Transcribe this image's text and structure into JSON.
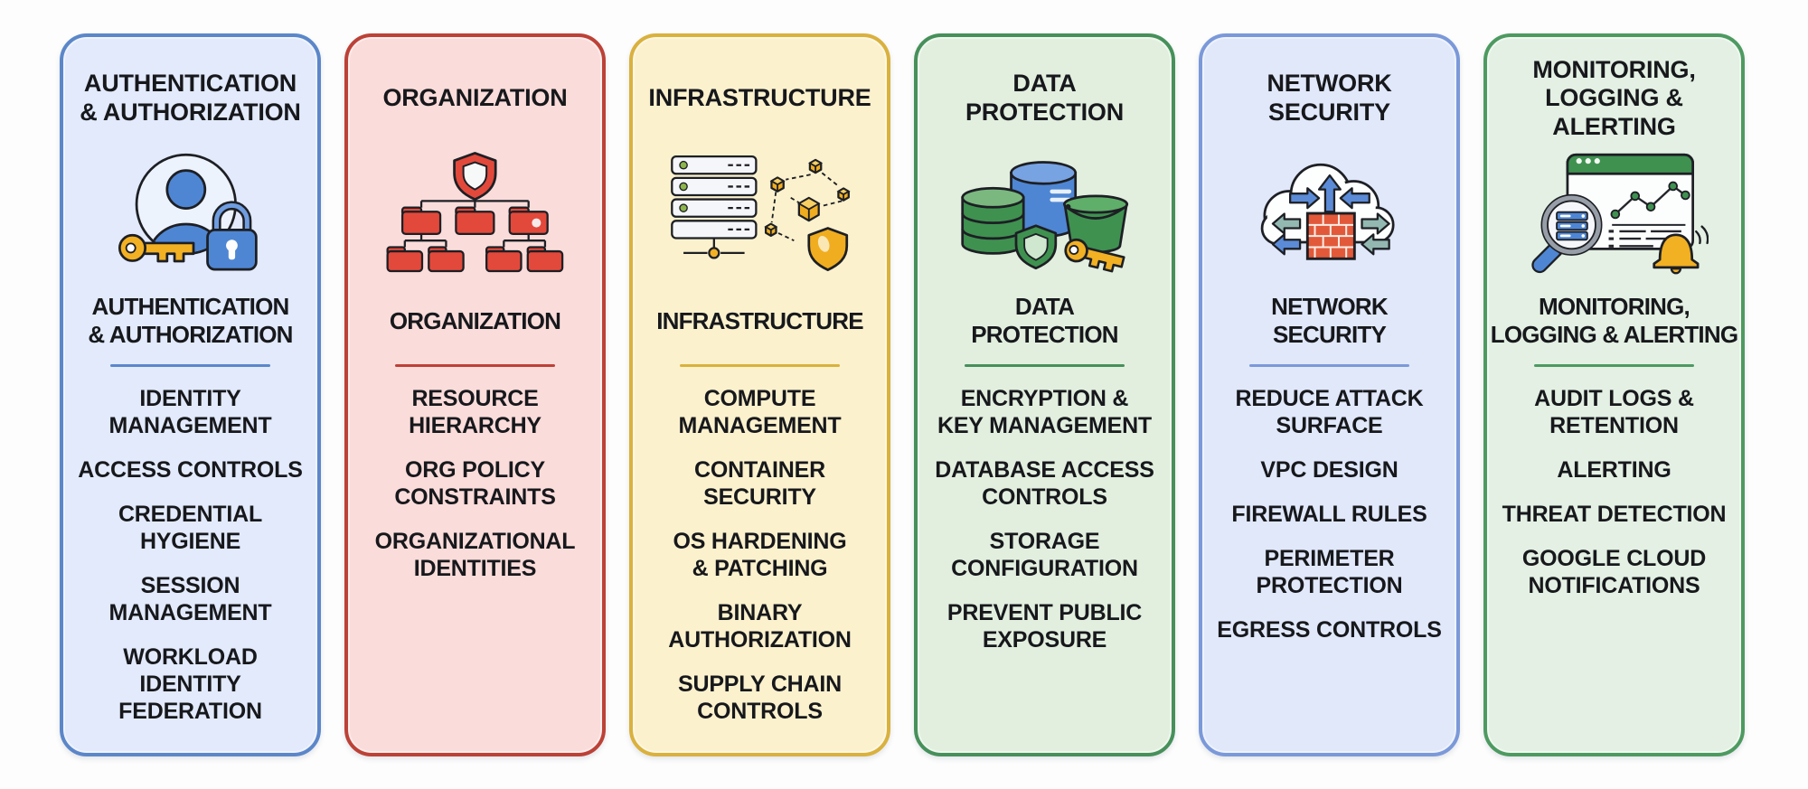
{
  "page": {
    "background": "#fdfdfd",
    "text_color": "#17181c"
  },
  "columns": [
    {
      "id": "authentication-authorization",
      "title": "AUTHENTICATION\n& AUTHORIZATION",
      "icon": "user-key-lock-icon",
      "heading": "AUTHENTICATION\n& AUTHORIZATION",
      "items": [
        "IDENTITY\nMANAGEMENT",
        "ACCESS CONTROLS",
        "CREDENTIAL\nHYGIENE",
        "SESSION\nMANAGEMENT",
        "WORKLOAD\nIDENTITY\nFEDERATION"
      ],
      "colors": {
        "fill": "#e2eafb",
        "border": "#5b87c9",
        "divider": "#5b87c9"
      }
    },
    {
      "id": "organization",
      "title": "ORGANIZATION",
      "icon": "resource-hierarchy-icon",
      "heading": "ORGANIZATION",
      "items": [
        "RESOURCE\nHIERARCHY",
        "ORG POLICY\nCONSTRAINTS",
        "ORGANIZATIONAL\nIDENTITIES"
      ],
      "colors": {
        "fill": "#fadcda",
        "border": "#bc4137",
        "divider": "#bc4137"
      }
    },
    {
      "id": "infrastructure",
      "title": "INFRASTRUCTURE",
      "icon": "servers-cubes-shield-icon",
      "heading": "INFRASTRUCTURE",
      "items": [
        "COMPUTE\nMANAGEMENT",
        "CONTAINER\nSECURITY",
        "OS HARDENING\n& PATCHING",
        "BINARY\nAUTHORIZATION",
        "SUPPLY CHAIN\nCONTROLS"
      ],
      "colors": {
        "fill": "#fbf1cd",
        "border": "#d9b13d",
        "divider": "#d9b13d"
      }
    },
    {
      "id": "data-protection",
      "title": "DATA\nPROTECTION",
      "icon": "database-bucket-key-icon",
      "heading": "DATA\nPROTECTION",
      "items": [
        "ENCRYPTION &\nKEY MANAGEMENT",
        "DATABASE ACCESS\nCONTROLS",
        "STORAGE\nCONFIGURATION",
        "PREVENT PUBLIC\nEXPOSURE"
      ],
      "colors": {
        "fill": "#e2efdf",
        "border": "#46905a",
        "divider": "#46905a"
      }
    },
    {
      "id": "network-security",
      "title": "NETWORK\nSECURITY",
      "icon": "cloud-firewall-icon",
      "heading": "NETWORK\nSECURITY",
      "items": [
        "REDUCE ATTACK\nSURFACE",
        "VPC DESIGN",
        "FIREWALL RULES",
        "PERIMETER\nPROTECTION",
        "EGRESS CONTROLS"
      ],
      "colors": {
        "fill": "#e0e8fa",
        "border": "#7b99d9",
        "divider": "#7b99d9"
      }
    },
    {
      "id": "monitoring-logging-alerting",
      "title": "MONITORING,\nLOGGING &\nALERTING",
      "icon": "monitoring-alert-bell-icon",
      "heading": "MONITORING,\nLOGGING & ALERTING",
      "items": [
        "AUDIT LOGS &\nRETENTION",
        "ALERTING",
        "THREAT DETECTION",
        "GOOGLE CLOUD\nNOTIFICATIONS"
      ],
      "colors": {
        "fill": "#e3f0e3",
        "border": "#4d9a61",
        "divider": "#4d9a61"
      }
    }
  ]
}
